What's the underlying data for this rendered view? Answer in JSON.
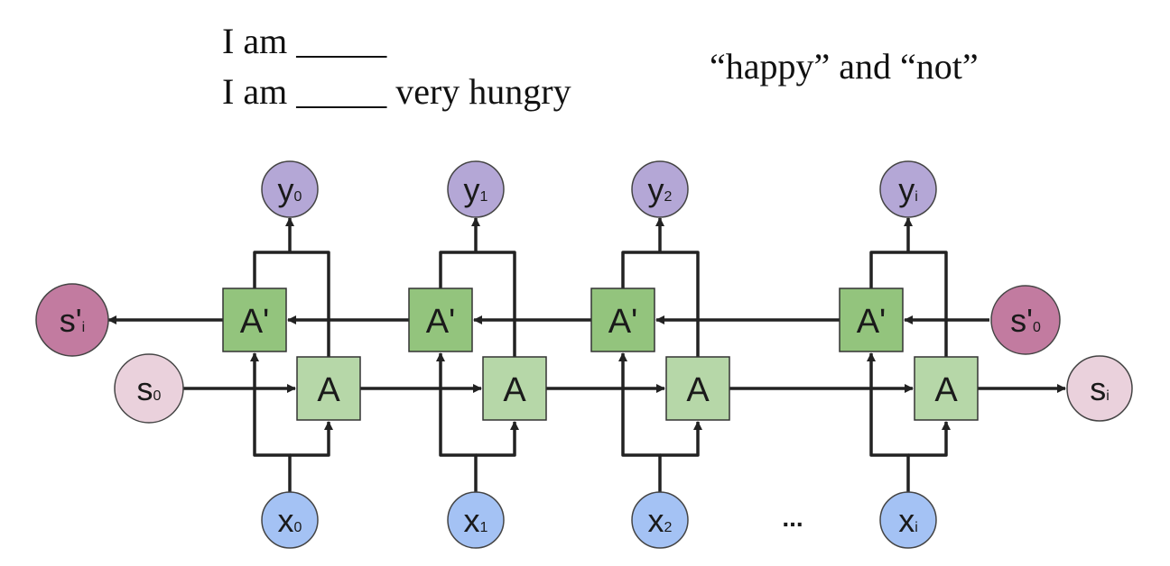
{
  "text": {
    "line1": "I am _____",
    "line2": "I am _____ very hungry",
    "hint": "“happy” and “not”"
  },
  "diagram": {
    "columns": [
      {
        "x": "x",
        "xs": "0",
        "y": "y",
        "ys": "0"
      },
      {
        "x": "x",
        "xs": "1",
        "y": "y",
        "ys": "1"
      },
      {
        "x": "x",
        "xs": "2",
        "y": "y",
        "ys": "2"
      },
      {
        "x": "x",
        "xs": "i",
        "y": "y",
        "ys": "i"
      }
    ],
    "forward_cell": "A",
    "backward_cell": "A'",
    "state_forward_start": {
      "main": "s",
      "sub": "0"
    },
    "state_forward_end": {
      "main": "s",
      "sub": "i"
    },
    "state_backward_start": {
      "main": "s'",
      "sub": "0"
    },
    "state_backward_end": {
      "main": "s'",
      "sub": "i"
    },
    "ellipsis": "...",
    "colors": {
      "output": "#b4a7d6",
      "input": "#a4c2f4",
      "state_forward": "#ead1dc",
      "state_backward": "#c27ba0",
      "cell_forward": "#b6d7a8",
      "cell_backward": "#93c47d",
      "stroke": "#222222"
    }
  }
}
